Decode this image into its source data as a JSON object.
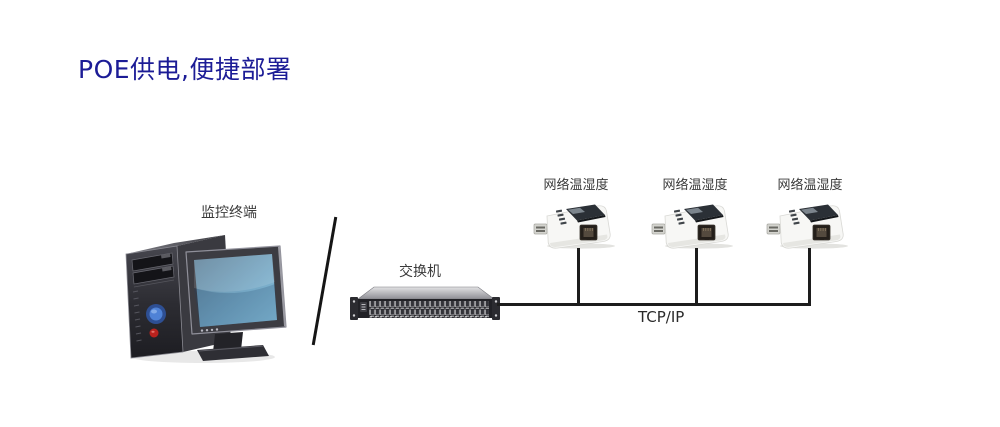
{
  "title": {
    "text": "POE供电,便捷部署"
  },
  "diagram": {
    "terminal": {
      "label": "监控终端",
      "icon": "desktop-computer-icon"
    },
    "switch": {
      "label": "交换机",
      "icon": "network-switch-icon"
    },
    "sensors": [
      {
        "label": "网络温湿度",
        "icon": "temperature-humidity-sensor-icon"
      },
      {
        "label": "网络温湿度",
        "icon": "temperature-humidity-sensor-icon"
      },
      {
        "label": "网络温湿度",
        "icon": "temperature-humidity-sensor-icon"
      }
    ],
    "protocol_label": "TCP/IP"
  },
  "colors": {
    "background": "#ffffff",
    "title_text": "#1c1c96",
    "label_text": "#3a3a3a",
    "connection_line": "#1d1d1d",
    "sensor_body": "#f7f7f5",
    "screen_blue_light": "#8cc6e2",
    "screen_blue_dark": "#5d7f97",
    "power_button_blue": "#4f82d6",
    "reset_button_red": "#b8221e"
  }
}
